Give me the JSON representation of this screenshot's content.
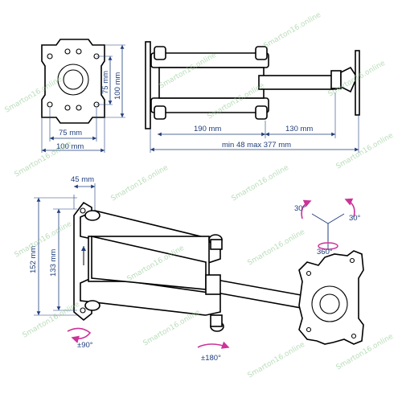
{
  "top_view": {
    "dim_75_horizontal": "75 mm",
    "dim_100_horizontal": "100 mm",
    "dim_75_vertical": "75 mm",
    "dim_100_vertical": "100 mm"
  },
  "side_view": {
    "dim_arm1": "190 mm",
    "dim_arm2": "130 mm",
    "dim_total": "min 48 max 377 mm"
  },
  "front_view": {
    "dim_width": "45 mm",
    "dim_height_outer": "152 mm",
    "dim_height_inner": "133 mm"
  },
  "rotations": {
    "tilt_left": "30°",
    "tilt_right": "30°",
    "swivel": "360°",
    "wall_rotation": "±90°",
    "arm_rotation": "±180°"
  },
  "watermark": "Smarton16.online",
  "colors": {
    "dimension": "#1f3d7a",
    "rotation_arrow": "#cc3399",
    "watermark": "#7fc07f"
  }
}
